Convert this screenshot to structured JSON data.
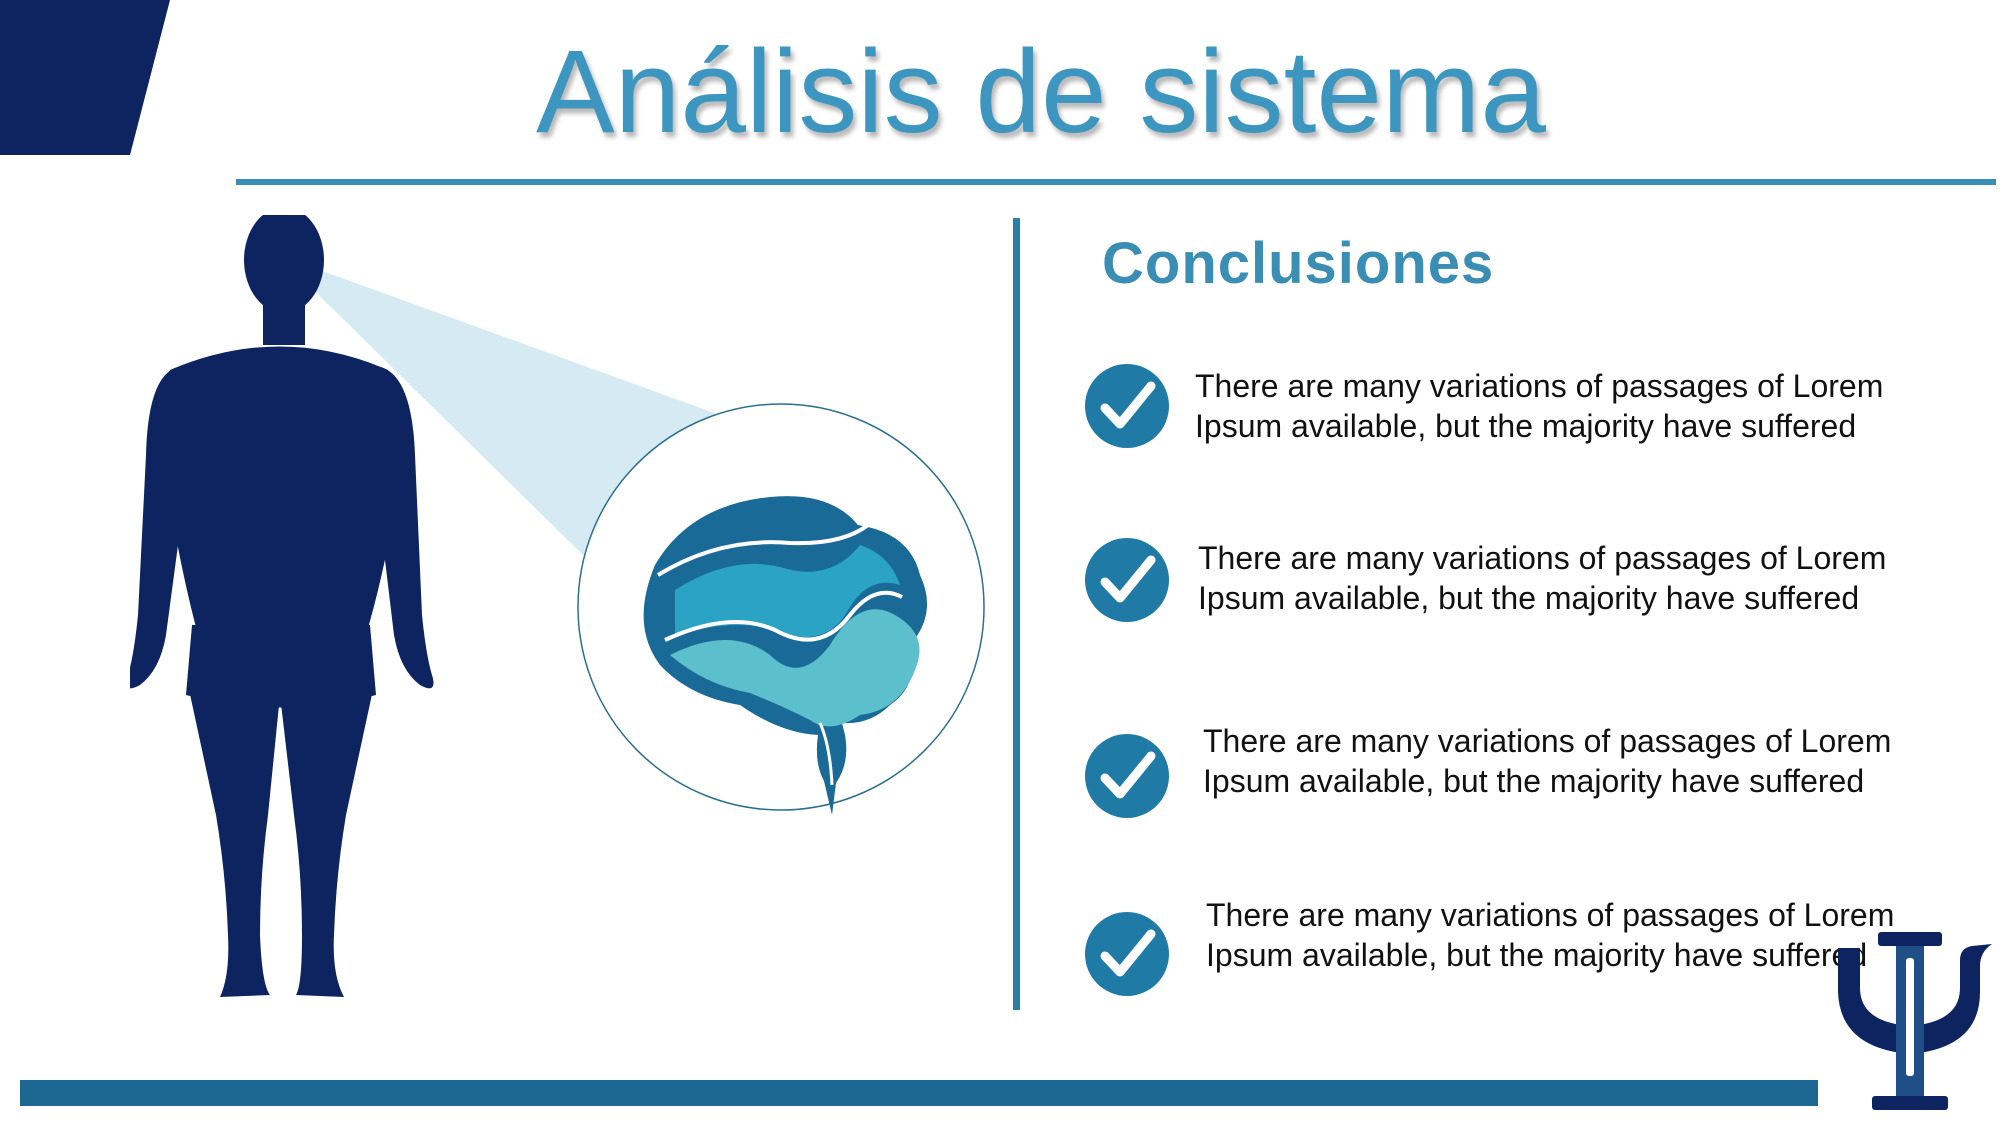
{
  "slide": {
    "title": "Análisis de sistema",
    "section_title": "Conclusiones",
    "items": [
      {
        "text": "There are many variations of passages of Lorem Ipsum available, but the majority have suffered"
      },
      {
        "text": "There are many variations of passages of Lorem Ipsum available, but the majority have suffered"
      },
      {
        "text": "There are many variations of passages of Lorem Ipsum available, but the majority have suffered"
      },
      {
        "text": "There are many variations of passages of Lorem Ipsum available, but the majority have suffered"
      }
    ]
  },
  "icons": {
    "check": "check-circle-icon",
    "figure": "human-silhouette",
    "brain": "brain-icon",
    "logo": "psi-logo"
  },
  "colors": {
    "navy": "#0d2461",
    "accent": "#3a8db3",
    "title": "#3d96bf",
    "check": "#1f7ba6",
    "beam": "#d5eaf3",
    "brain_dark": "#1a6a98",
    "brain_mid": "#2aa3c4",
    "brain_light": "#5cc0cc"
  }
}
